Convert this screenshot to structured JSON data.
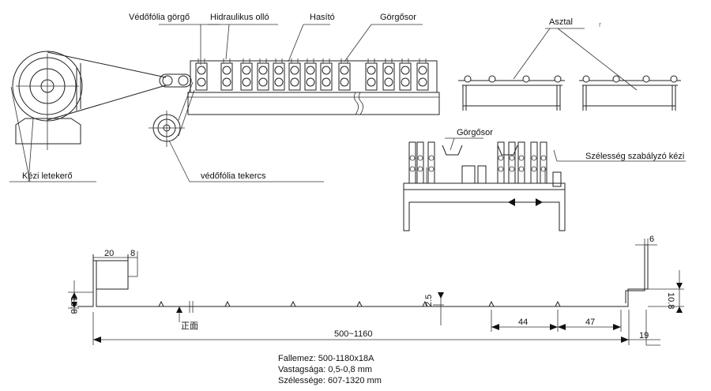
{
  "labels": {
    "vedofolia_gorgo": "Védőfólia görgő",
    "hidraulikus_ollo": "Hidraulikus olló",
    "hasito": "Hasító",
    "gorgosor_top": "Görgősor",
    "asztal": "Asztal",
    "kezi_letekero": "Kézi letekerő",
    "vedofolia_tekercs": "védőfólia tekercs",
    "gorgosor_side": "Görgősor",
    "szelesseg": "Szélesség szabályzó kézi",
    "stray_mark": "r"
  },
  "profile": {
    "d20": "20",
    "d8_top": "8",
    "d10_8_left": "10.8",
    "front_mark": "正面",
    "d2_5": "2.5",
    "d500_1160": "500~1160",
    "d44": "44",
    "d47": "47",
    "d6": "6",
    "d10_8_right": "10.8",
    "d19": "19"
  },
  "specs": {
    "line1": "Fallemez: 500-1180x18A",
    "line2": "Vastagsága: 0,5-0,8 mm",
    "line3": "Szélessége: 607-1320 mm"
  }
}
